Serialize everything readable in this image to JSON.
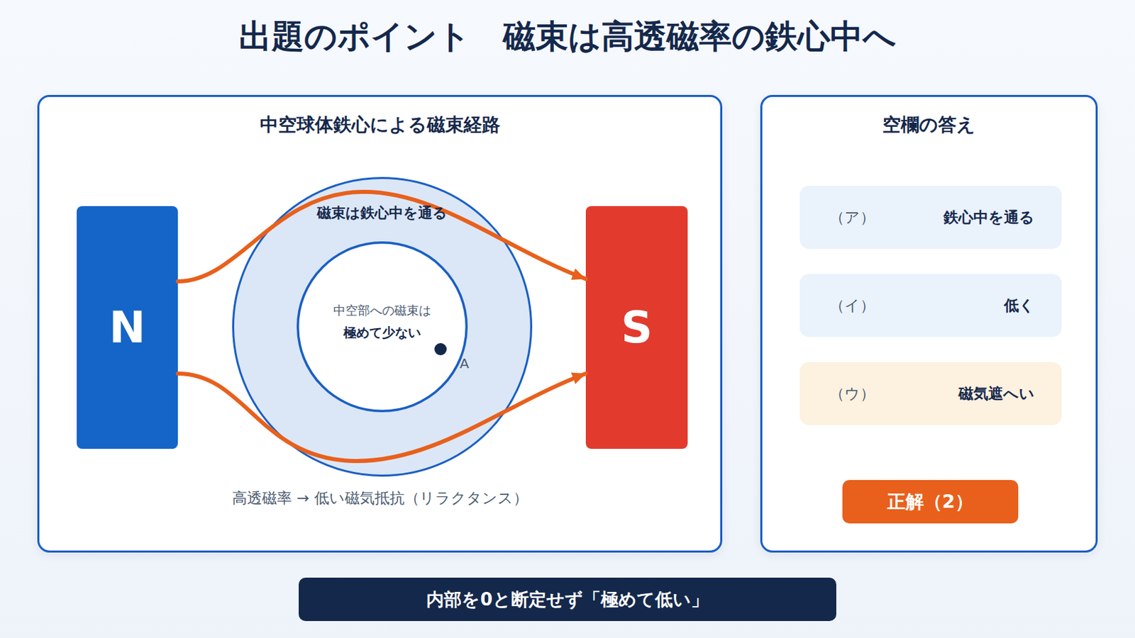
{
  "diagram": {
    "title": "出題のポイント　磁束は高透磁率の鉄心中へ",
    "nodes": [
      {
        "text": [
          "中空球体鉄心による磁束経路"
        ]
      },
      {
        "text": [
          "N"
        ],
        "in": 0
      },
      {
        "text": [
          "磁束は鉄心中を通る"
        ],
        "in": 0
      },
      {
        "text": [
          "中空部への磁束は",
          "極めて少ない"
        ],
        "in": 2
      },
      {
        "text": [
          "S"
        ],
        "in": 0
      },
      {
        "text": [
          "空欄の答え"
        ]
      },
      {
        "text": [
          "（ア）",
          "鉄心中を通る"
        ],
        "in": 5
      },
      {
        "text": [
          "（イ）",
          "低く"
        ],
        "in": 5
      },
      {
        "text": [
          "（ウ）",
          "磁気遮へい"
        ],
        "in": 5
      },
      {
        "text": [
          "正解（2）"
        ],
        "in": 5
      },
      {
        "text": [
          "内部を0と断定せず「極めて低い」"
        ]
      }
    ],
    "edges": [
      {
        "from": 1,
        "to": 4,
        "arrow": "to"
      },
      {
        "from": 1,
        "to": 4,
        "arrow": "to"
      }
    ],
    "labels": [
      "A",
      "高透磁率 → 低い磁気抵抗（リラクタンス）"
    ]
  }
}
